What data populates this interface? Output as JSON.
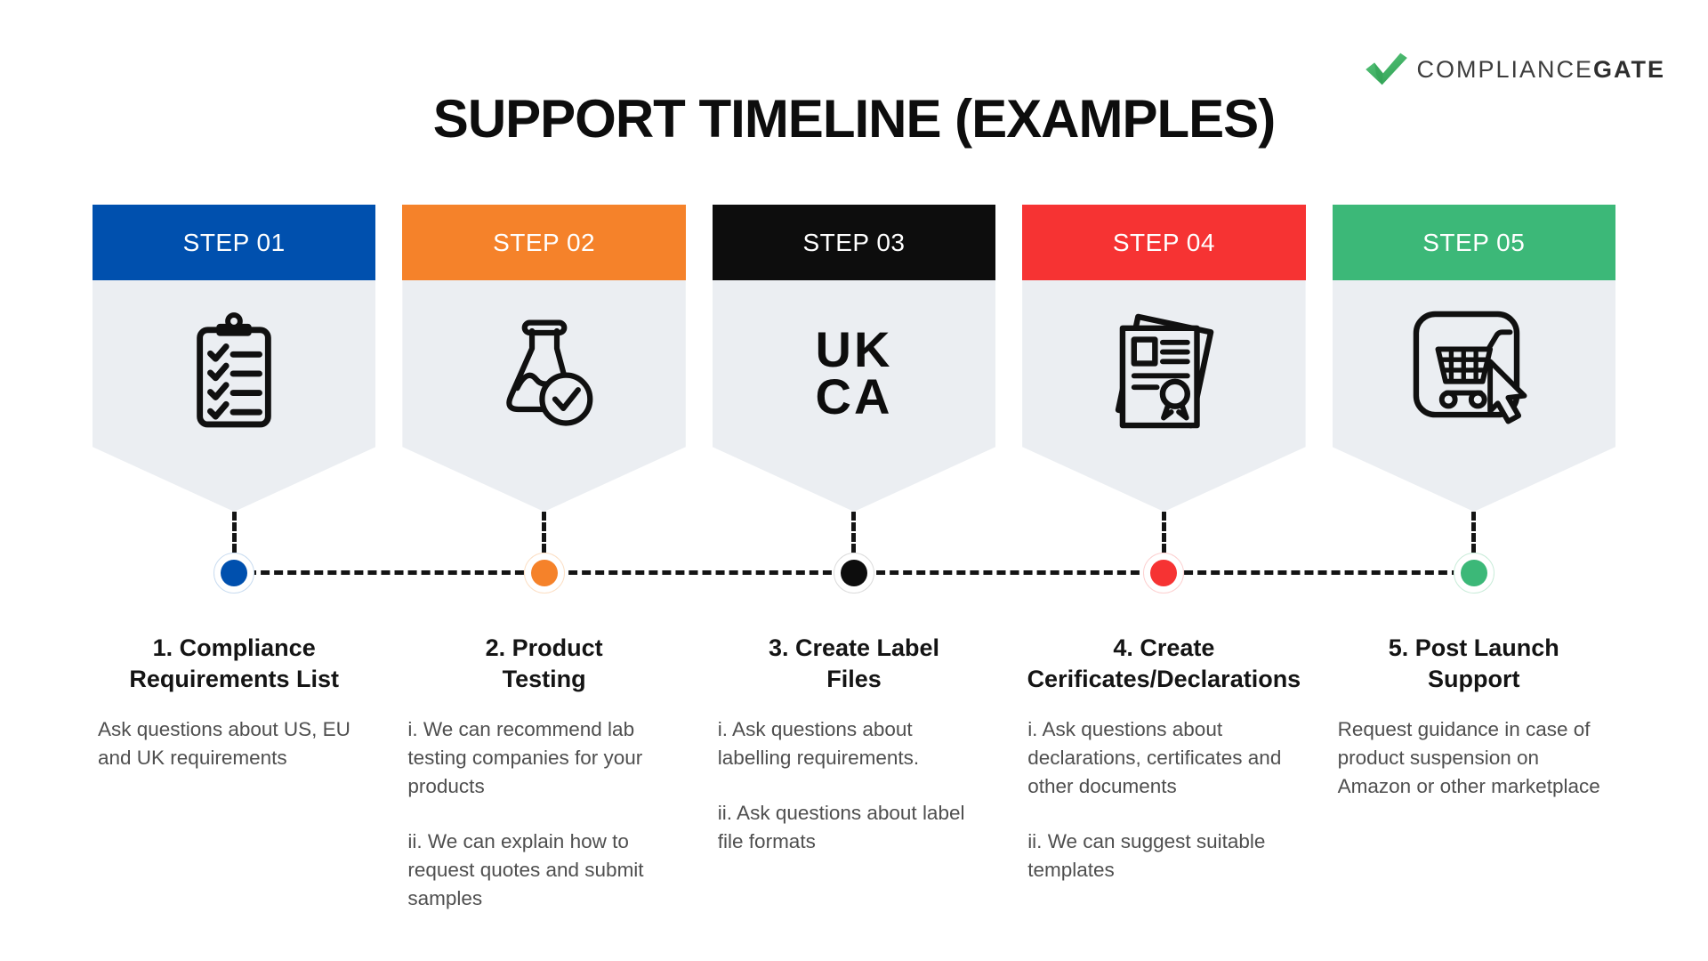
{
  "logo": {
    "brand_regular": "COMPLIANCE",
    "brand_bold": "GATE"
  },
  "title": "SUPPORT TIMELINE (EXAMPLES)",
  "theme": {
    "panel_bg": "#ebeef2",
    "timeline_line_color": "#141414",
    "heading_text": "#141414",
    "body_text": "#4f4f4f",
    "logo_green_light": "#55c579",
    "logo_green_dark": "#2f9e52"
  },
  "steps": [
    {
      "label": "STEP 01",
      "color": "#0050ae",
      "ring": "#c9dcf0",
      "icon": "checklist-clipboard-icon",
      "heading": "1. Compliance\nRequirements List",
      "body": [
        "Ask questions about US, EU and UK requirements"
      ]
    },
    {
      "label": "STEP 02",
      "color": "#f5822a",
      "ring": "#fcdfc4",
      "icon": "lab-flask-icon",
      "heading": "2. Product\nTesting",
      "body": [
        "i. We can recommend lab testing companies for your products",
        "ii. We can explain how to request quotes and submit samples"
      ]
    },
    {
      "label": "STEP 03",
      "color": "#0d0d0d",
      "ring": "#dcdcdc",
      "icon": "ukca-mark-icon",
      "icon_text": "UK\nCA",
      "heading": "3. Create Label\nFiles",
      "body": [
        "i. Ask questions about labelling requirements.",
        "ii. Ask questions about label file formats"
      ]
    },
    {
      "label": "STEP 04",
      "color": "#f63333",
      "ring": "#fdd0d0",
      "icon": "certificate-documents-icon",
      "heading": "4. Create\nCerificates/Declarations",
      "body": [
        "i. Ask questions about declarations, certificates and other documents",
        "ii. We can suggest suitable templates"
      ]
    },
    {
      "label": "STEP 05",
      "color": "#3cb878",
      "ring": "#c9ecd9",
      "icon": "cart-click-icon",
      "heading": "5. Post Launch\nSupport",
      "body": [
        "Request guidance in case of product suspension on Amazon or other marketplace"
      ]
    }
  ]
}
